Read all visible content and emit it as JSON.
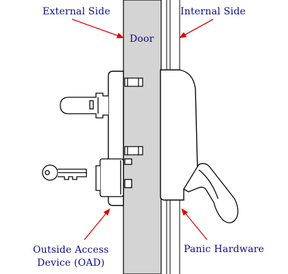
{
  "labels": {
    "external": "External Side",
    "internal": "Internal Side",
    "door": "Door",
    "oad_line1": "Outside Access",
    "oad_line2": "Device (OAD)",
    "panic": "Panic Hardware"
  },
  "colors": {
    "label_text": "#0a0a8c",
    "arrow": "#e00000",
    "door_fill": "#d4d4d4",
    "outline": "#000000"
  },
  "icons": [
    "key-icon",
    "lever-handle-icon",
    "panic-bar-icon"
  ]
}
